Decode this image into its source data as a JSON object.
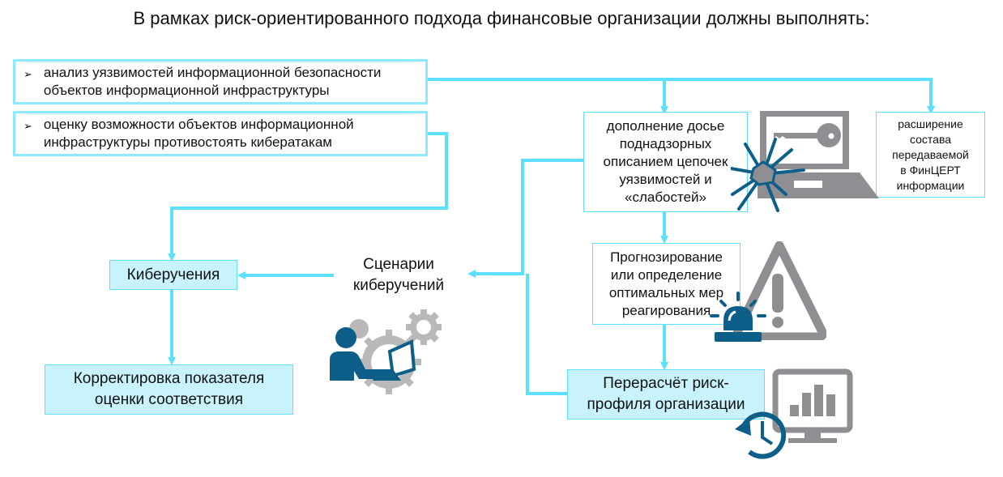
{
  "title": "В рамках риск-ориентированного подхода финансовые организации должны выполнять:",
  "requirements": [
    {
      "bullet": "➢",
      "line1": "анализ уязвимостей информационной безопасности",
      "line2": "объектов информационной инфраструктуры"
    },
    {
      "bullet": "➢",
      "line1": "оценку возможности объектов информационной",
      "line2": "инфраструктуры противостоять кибератакам"
    }
  ],
  "nodes": {
    "dossier": [
      "дополнение досье",
      "поднадзорных",
      "описанием цепочек",
      "уязвимостей и",
      "«слабостей»"
    ],
    "fincert": [
      "расширение",
      "состава",
      "передаваемой",
      "в ФинЦЕРТ",
      "информации"
    ],
    "forecast": [
      "Прогнозирование",
      "или определение",
      "оптимальных мер",
      "реагирования"
    ],
    "recalc": [
      "Перерасчёт риск-",
      "профиля организации"
    ],
    "cyber_exercises": "Киберучения",
    "scenarios": [
      "Сценарии",
      "киберучений"
    ],
    "correction": [
      "Корректировка показателя",
      "оценки соответствия"
    ]
  },
  "colors": {
    "connector": "#5ce0fb",
    "box_fill": "#c8f3fc",
    "icon_blue": "#0d5f8a",
    "icon_gray": "#8e8e93"
  },
  "icons": [
    "laptop-key-icon",
    "cracked-glass-icon",
    "warning-triangle-icon",
    "alarm-beacon-icon",
    "chart-monitor-icon",
    "history-clock-icon",
    "person-laptop-gears-icon"
  ]
}
